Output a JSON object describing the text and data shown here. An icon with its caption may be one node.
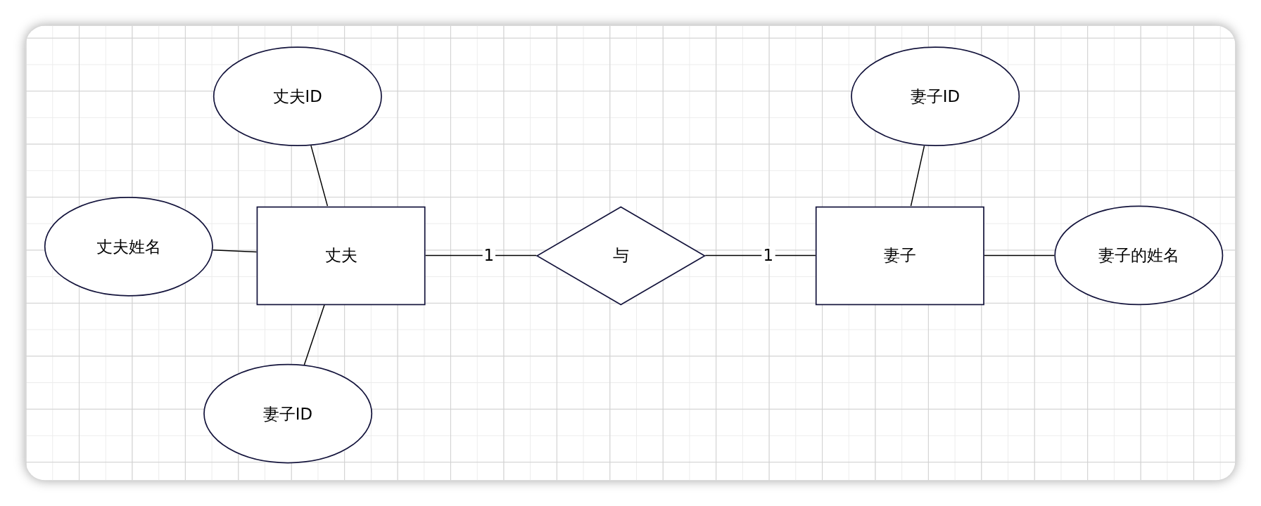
{
  "diagram": {
    "nodes": [
      {
        "text": [
          "丈夫ID"
        ]
      },
      {
        "text": [
          "妻子ID"
        ]
      },
      {
        "text": [
          "丈夫姓名"
        ]
      },
      {
        "text": [
          "丈夫"
        ]
      },
      {
        "text": [
          "与"
        ]
      },
      {
        "text": [
          "妻子"
        ]
      },
      {
        "text": [
          "妻子的姓名"
        ]
      },
      {
        "text": [
          "妻子ID"
        ]
      }
    ],
    "edges": [
      {
        "from": 0,
        "to": 3,
        "arrow": "none"
      },
      {
        "from": 1,
        "to": 5,
        "arrow": "none"
      },
      {
        "from": 2,
        "to": 3,
        "arrow": "none"
      },
      {
        "from": 3,
        "to": 4,
        "arrow": "none",
        "label": "1"
      },
      {
        "from": 4,
        "to": 5,
        "arrow": "none",
        "label": "1"
      },
      {
        "from": 5,
        "to": 6,
        "arrow": "none"
      },
      {
        "from": 7,
        "to": 3,
        "arrow": "none"
      }
    ]
  }
}
